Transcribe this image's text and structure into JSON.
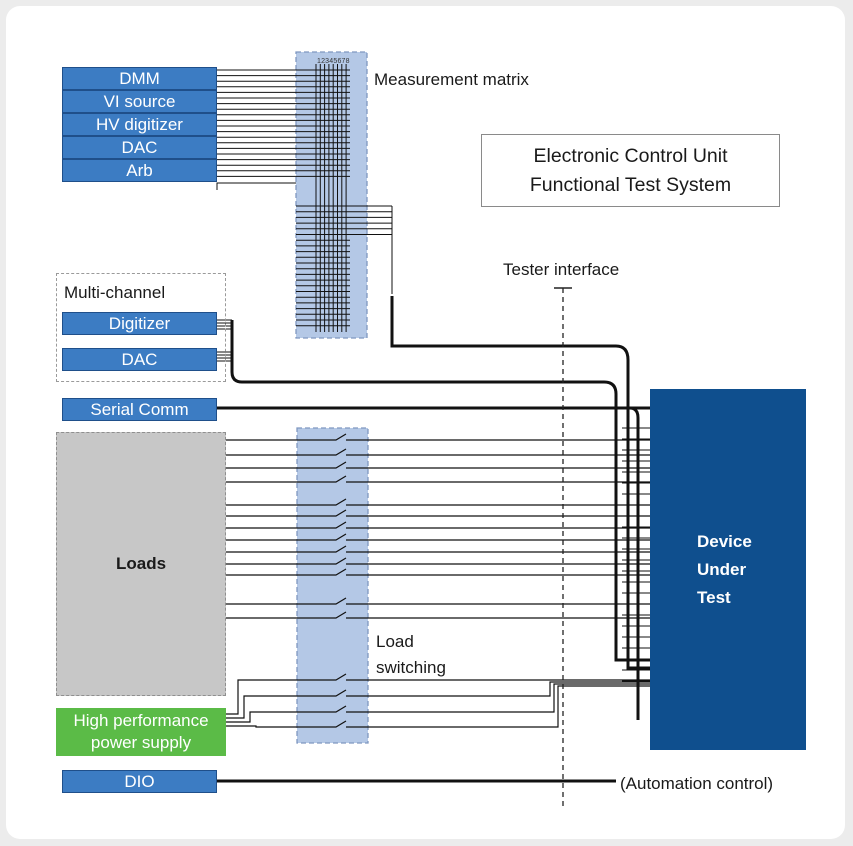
{
  "title": {
    "line1": "Electronic Control Unit",
    "line2": "Functional Test System"
  },
  "instruments": [
    "DMM",
    "VI source",
    "HV digitizer",
    "DAC",
    "Arb"
  ],
  "measurement_matrix": {
    "label": "Measurement matrix",
    "column_header": "12345678"
  },
  "multi_channel": {
    "label": "Multi-channel",
    "items": [
      "Digitizer",
      "DAC"
    ]
  },
  "serial_comm": "Serial Comm",
  "loads": "Loads",
  "load_switching": {
    "line1": "Load",
    "line2": "switching"
  },
  "power_supply": {
    "line1": "High performance",
    "line2": "power supply"
  },
  "dio": "DIO",
  "tester_interface": "Tester interface",
  "automation_control": "(Automation control)",
  "dut": {
    "line1": "Device",
    "line2": "Under",
    "line3": "Test"
  },
  "colors": {
    "instrument_blue": "#3c7cc3",
    "dut_navy": "#0f4f8e",
    "matrix_fill": "#b4c8e6",
    "loads_gray": "#c7c7c7",
    "power_green": "#5bbb47"
  }
}
